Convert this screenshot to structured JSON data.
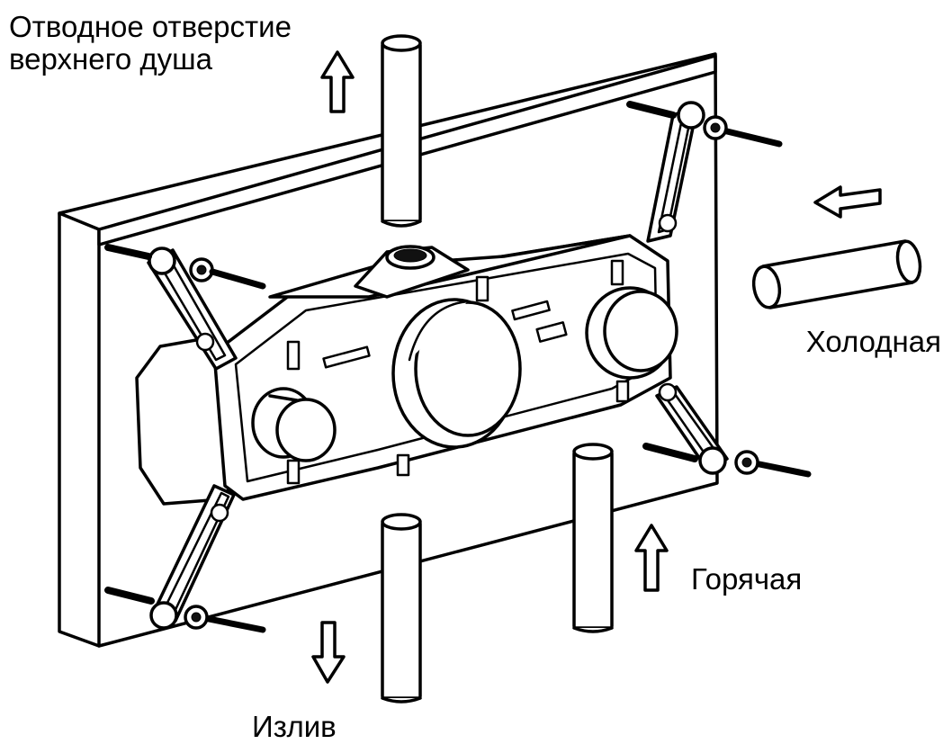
{
  "labels": {
    "top_shower_outlet_line1": "Отводное отверстие",
    "top_shower_outlet_line2": "верхнего душа",
    "cold": "Холодная",
    "hot": "Горячая",
    "spout": "Излив"
  },
  "colors": {
    "stroke": "#000000",
    "background": "#ffffff"
  },
  "icons": [
    "arrow-up-icon",
    "arrow-left-icon",
    "arrow-down-icon"
  ]
}
